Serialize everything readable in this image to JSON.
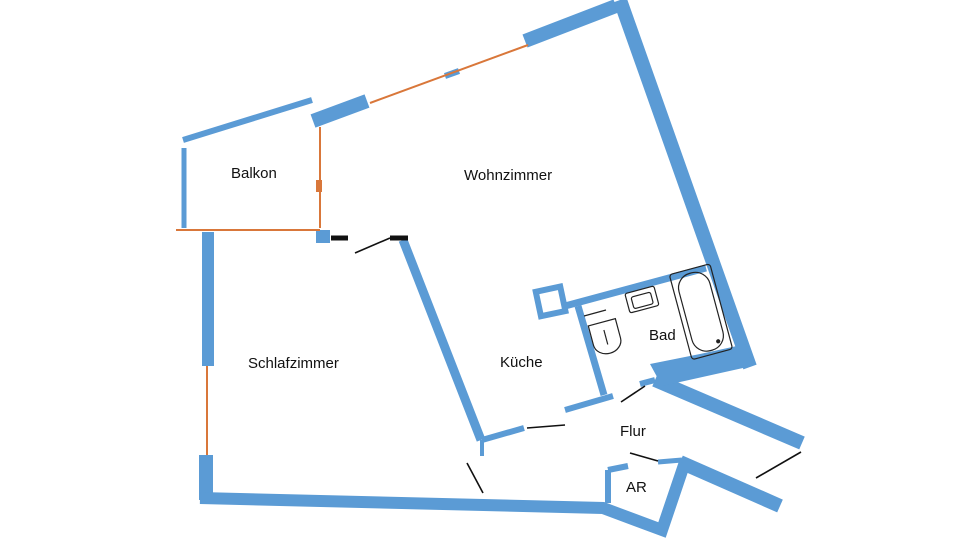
{
  "rooms": {
    "balkon": "Balkon",
    "wohnzimmer": "Wohnzimmer",
    "schlafzimmer": "Schlafzimmer",
    "kueche": "Küche",
    "bad": "Bad",
    "flur": "Flur",
    "ar": "AR"
  },
  "colors": {
    "wall": "#5B9BD5",
    "window": "#D9773A",
    "door": "#111111"
  }
}
